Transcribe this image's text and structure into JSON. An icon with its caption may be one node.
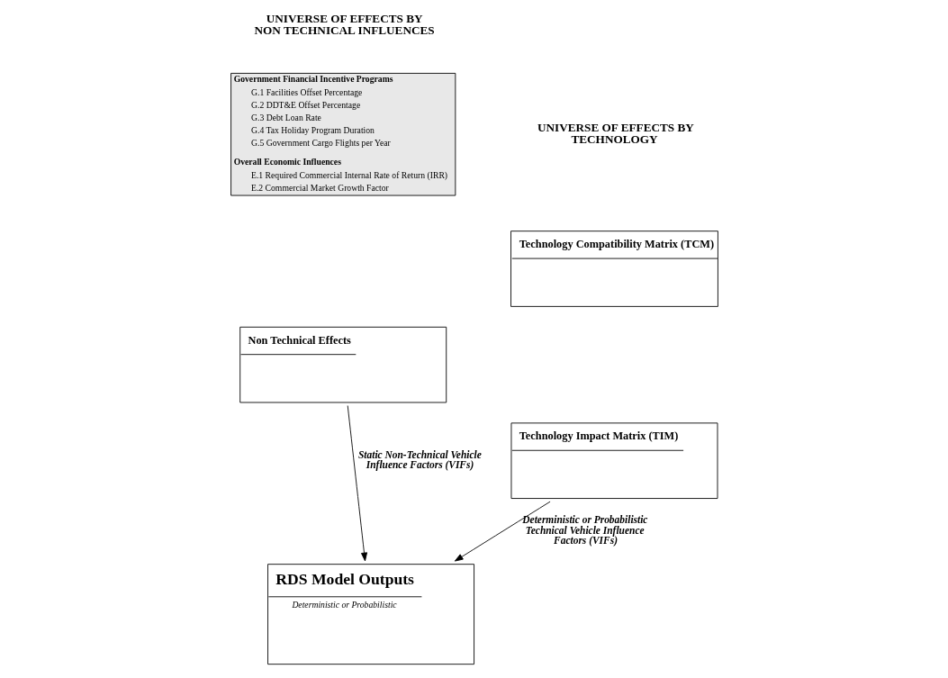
{
  "diagram": {
    "nodes": [
      {
        "text": [
          "Government Financial Incentive Programs",
          "G.1 Facilities Offset Percentage",
          "G.2 DDT&E Offset Percentage",
          "G.3 Debt Loan Rate",
          "G.4 Tax Holiday Program Duration",
          "G.5 Government Cargo Flights per Year",
          "Overall Economic Influences",
          "E.1 Required Commercial Internal Rate of Return (IRR)",
          "E.2 Commercial Market Growth Factor"
        ]
      },
      {
        "text": [
          "Technology Compatibility Matrix (TCM)"
        ]
      },
      {
        "text": [
          "Technology Impact Matrix (TIM)"
        ]
      },
      {
        "text": [
          "Non Technical Effects"
        ]
      },
      {
        "text": [
          "RDS Model Outputs",
          "Deterministic or Probabilistic"
        ]
      }
    ],
    "edges": [
      {
        "from": 2,
        "to": 4,
        "arrow": "to",
        "label": "Deterministic or Probabilistic Technical Vehicle Influence Factors (VIFs)"
      },
      {
        "from": 3,
        "to": 4,
        "arrow": "to",
        "label": "Static Non-Technical Vehicle Influence Factors (VIFs)"
      }
    ],
    "labels": [
      "UNIVERSE OF EFFECTS BY NON TECHNICAL INFLUENCES",
      "UNIVERSE OF EFFECTS BY TECHNOLOGY"
    ]
  }
}
